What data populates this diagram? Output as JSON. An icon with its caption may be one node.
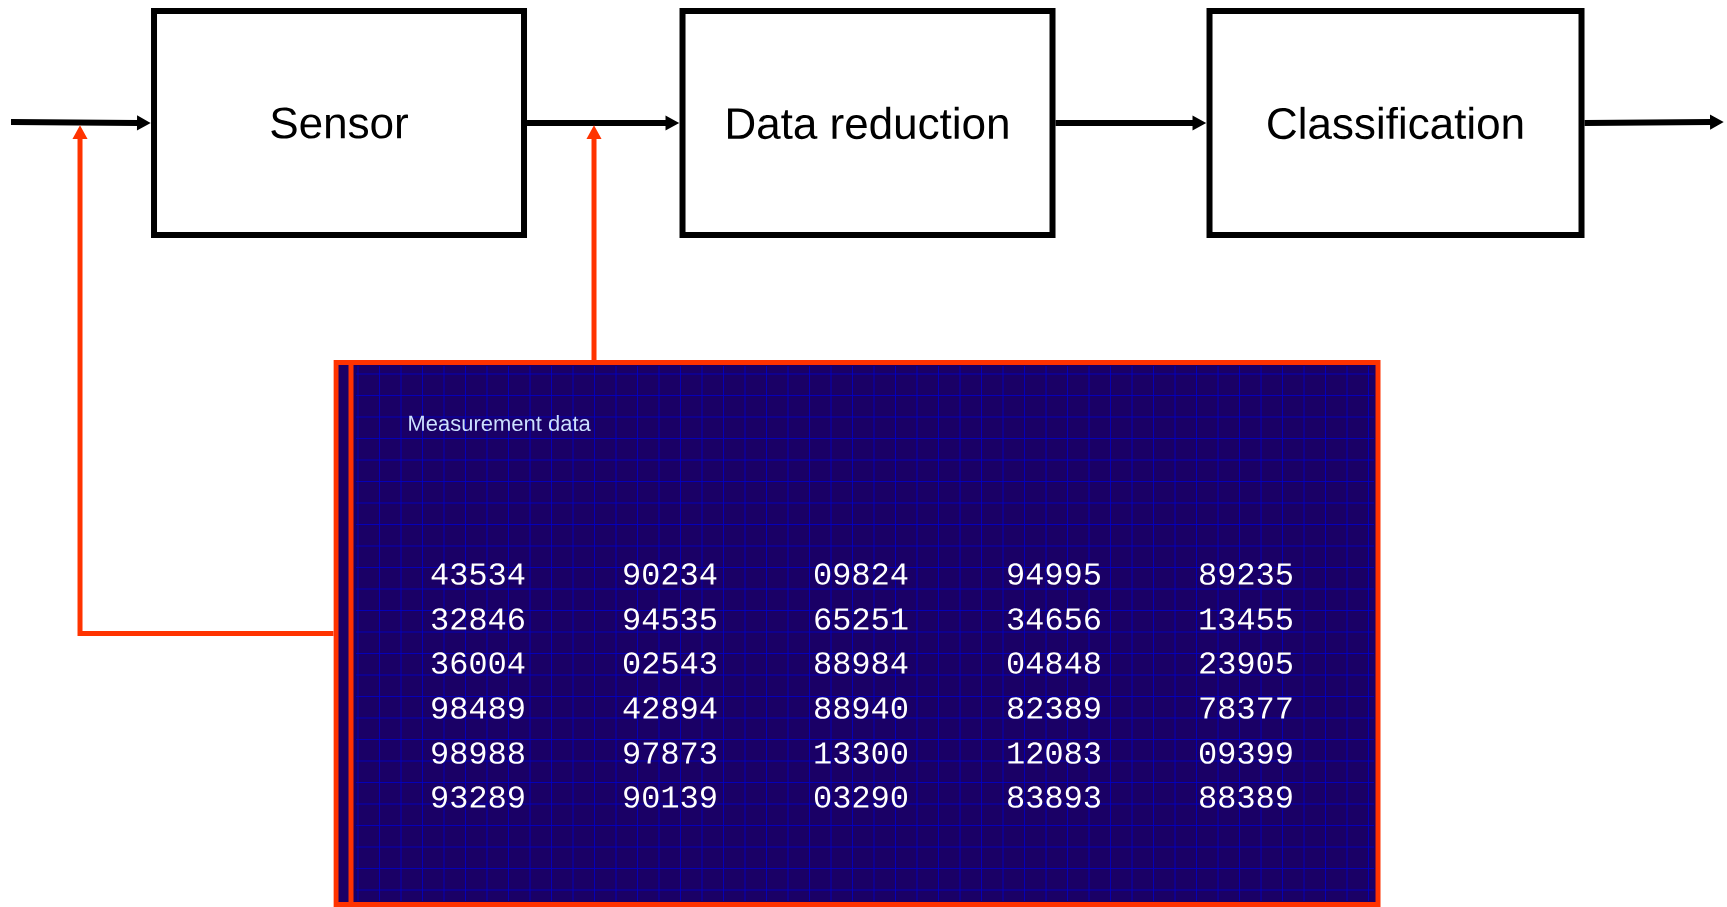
{
  "diagram": {
    "nodes": [
      {
        "text": [
          "Sensor"
        ]
      },
      {
        "text": [
          "Data reduction"
        ]
      },
      {
        "text": [
          "Classification"
        ]
      },
      {
        "text": [
          "Measurement data"
        ]
      }
    ],
    "edges": [
      {
        "from": null,
        "to": 0,
        "arrow": "to"
      },
      {
        "from": 0,
        "to": 1,
        "arrow": "to"
      },
      {
        "from": 1,
        "to": 2,
        "arrow": "to"
      },
      {
        "from": 2,
        "to": null,
        "arrow": "to"
      },
      {
        "from": 3,
        "to": null,
        "arrow": "to",
        "color": "#ff3300"
      },
      {
        "from": 3,
        "to": null,
        "arrow": "to",
        "color": "#ff3300"
      }
    ],
    "labels": [
      "43534",
      "90234",
      "09824",
      "94995",
      "89235",
      "32846",
      "94535",
      "65251",
      "34656",
      "13455",
      "36004",
      "02543",
      "88984",
      "04848",
      "23905",
      "98489",
      "42894",
      "88940",
      "82389",
      "78377",
      "98988",
      "97873",
      "13300",
      "12083",
      "09399",
      "93289",
      "90139",
      "03290",
      "83893",
      "88389"
    ]
  }
}
